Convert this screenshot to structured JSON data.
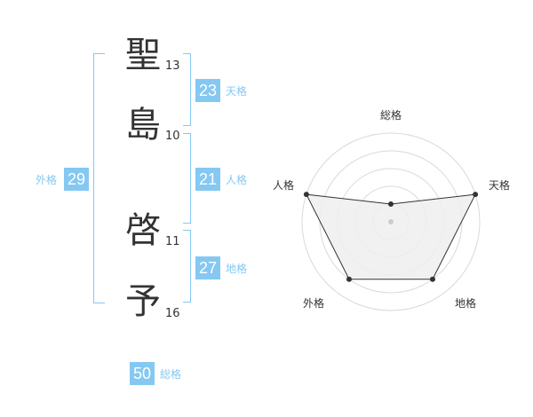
{
  "name": {
    "characters": [
      {
        "char": "聖",
        "strokes": "13"
      },
      {
        "char": "島",
        "strokes": "10"
      },
      {
        "char": "啓",
        "strokes": "11"
      },
      {
        "char": "予",
        "strokes": "16"
      }
    ]
  },
  "fortune": {
    "tenkaku": {
      "value": "23",
      "label": "天格"
    },
    "jinkaku": {
      "value": "21",
      "label": "人格"
    },
    "chikaku": {
      "value": "27",
      "label": "地格"
    },
    "gaikaku": {
      "value": "29",
      "label": "外格"
    },
    "soukaku": {
      "value": "50",
      "label": "総格"
    }
  },
  "radar": {
    "axes": [
      "総格",
      "天格",
      "地格",
      "外格",
      "人格"
    ],
    "levels": 5,
    "scores": [
      1,
      5,
      4,
      4,
      5
    ],
    "max": 5,
    "colors": {
      "fill": "#efefef",
      "stroke": "#333333",
      "grid": "#d9d9d9",
      "center": "#cccccc"
    }
  },
  "colors": {
    "accent": "#85c8f2",
    "text": "#333333"
  }
}
